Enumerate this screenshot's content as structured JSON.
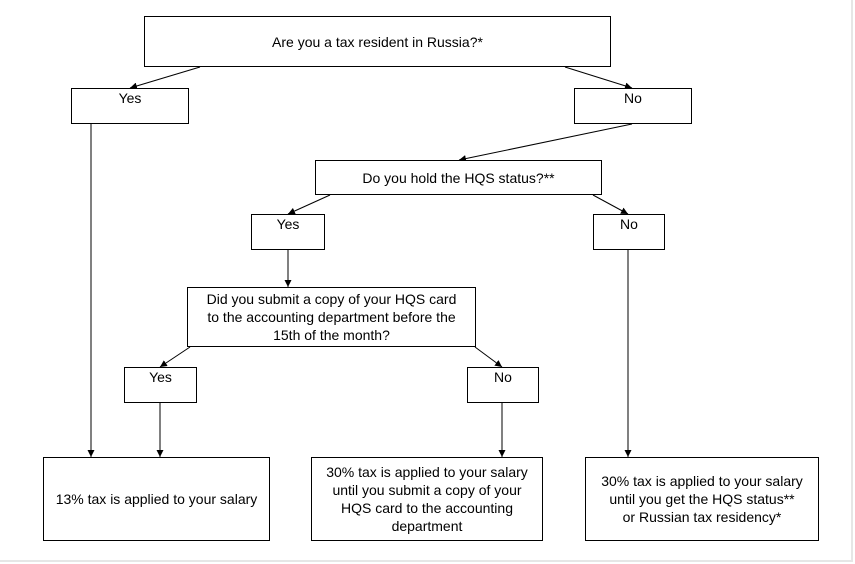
{
  "q1": {
    "text": "Are you a tax resident in Russia?*"
  },
  "q1_yes": {
    "text": "Yes"
  },
  "q1_no": {
    "text": "No"
  },
  "q2": {
    "text": "Do you hold the HQS status?**"
  },
  "q2_yes": {
    "text": "Yes"
  },
  "q2_no": {
    "text": "No"
  },
  "q3": {
    "lines": [
      "Did you submit  a copy of your HQS card",
      "to the accounting department before the",
      "15th of the month?"
    ]
  },
  "q3_yes": {
    "text": "Yes"
  },
  "q3_no": {
    "text": "No"
  },
  "result_13": {
    "text": "13% tax is applied to your salary"
  },
  "result_30_card": {
    "lines": [
      "30% tax is applied to your salary",
      "until you submit a copy of your",
      "HQS card to the accounting",
      "department"
    ]
  },
  "result_30_status": {
    "lines": [
      "30% tax is applied to your salary",
      "until you get the HQS status**",
      "or Russian tax residency*"
    ]
  }
}
